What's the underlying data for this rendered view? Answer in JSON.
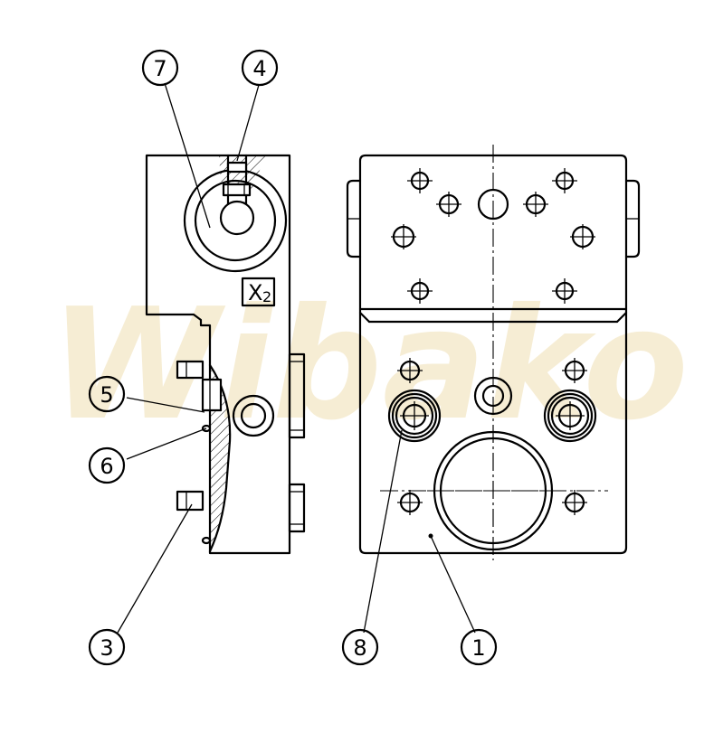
{
  "watermark": "Wibako",
  "section_label": {
    "main": "X",
    "sub": "2"
  },
  "callouts": [
    {
      "id": "callout-7",
      "number": "7"
    },
    {
      "id": "callout-4",
      "number": "4"
    },
    {
      "id": "callout-5",
      "number": "5"
    },
    {
      "id": "callout-6",
      "number": "6"
    },
    {
      "id": "callout-3",
      "number": "3"
    },
    {
      "id": "callout-8",
      "number": "8"
    },
    {
      "id": "callout-1",
      "number": "1"
    }
  ]
}
